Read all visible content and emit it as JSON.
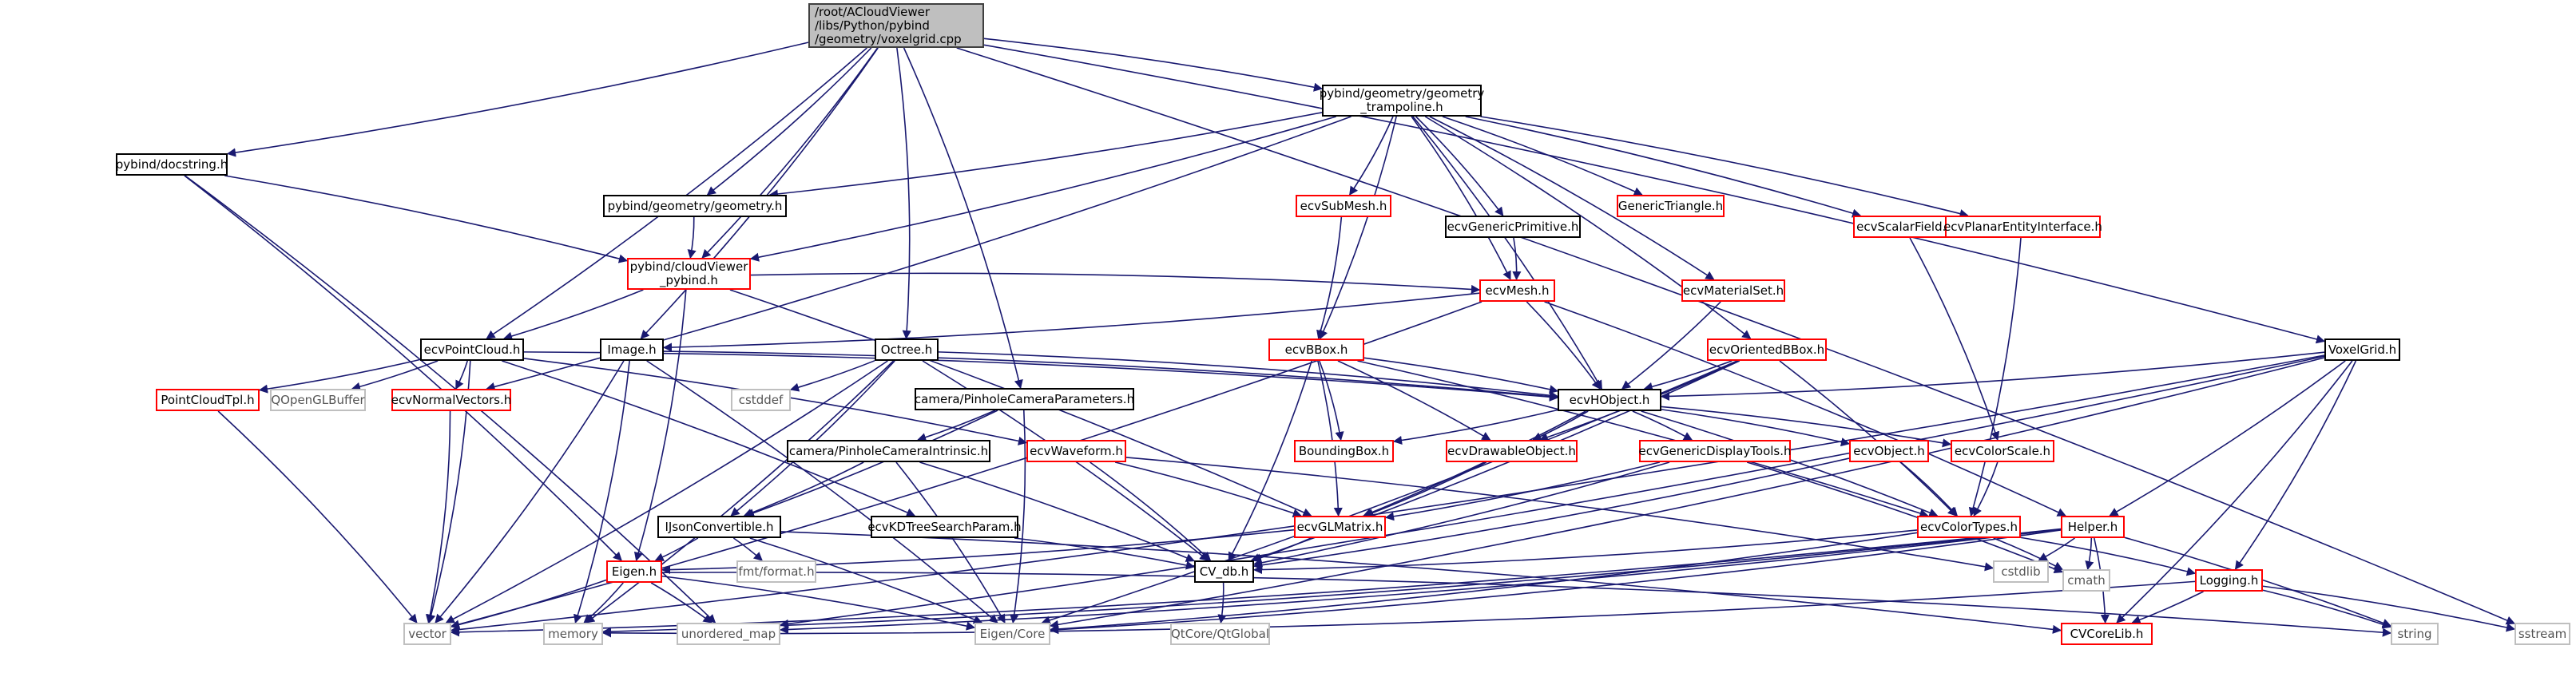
{
  "diagram": {
    "title": "Include dependency graph for voxelgrid.cpp",
    "edge_color": "#191970",
    "legend_colors": {
      "root_fill": "#bfbfbf",
      "documented": "#000000",
      "truncated": "#ff0000",
      "external": "#bfbfbf"
    },
    "nodes": [
      {
        "id": "root",
        "label": "/root/ACloudViewer\n/libs/Python/pybind\n/geometry/voxelgrid.cpp",
        "kind": "root"
      },
      {
        "id": "docstring",
        "label": "pybind/docstring.h",
        "kind": "black"
      },
      {
        "id": "geometry",
        "label": "pybind/geometry/geometry.h",
        "kind": "black"
      },
      {
        "id": "trampoline",
        "label": "pybind/geometry/geometry\n_trampoline.h",
        "kind": "black"
      },
      {
        "id": "cvpybind",
        "label": "pybind/cloudViewer\n_pybind.h",
        "kind": "red"
      },
      {
        "id": "pointcloud",
        "label": "ecvPointCloud.h",
        "kind": "black"
      },
      {
        "id": "image",
        "label": "Image.h",
        "kind": "black"
      },
      {
        "id": "octree",
        "label": "Octree.h",
        "kind": "black"
      },
      {
        "id": "pinholeparams",
        "label": "camera/PinholeCameraParameters.h",
        "kind": "black"
      },
      {
        "id": "pinholeintr",
        "label": "camera/PinholeCameraIntrinsic.h",
        "kind": "black"
      },
      {
        "id": "ijson",
        "label": "IJsonConvertible.h",
        "kind": "black"
      },
      {
        "id": "kdtree",
        "label": "ecvKDTreeSearchParam.h",
        "kind": "black"
      },
      {
        "id": "pctpl",
        "label": "PointCloudTpl.h",
        "kind": "red"
      },
      {
        "id": "qopengl",
        "label": "QOpenGLBuffer",
        "kind": "gray"
      },
      {
        "id": "normals",
        "label": "ecvNormalVectors.h",
        "kind": "red"
      },
      {
        "id": "cstddef",
        "label": "cstddef",
        "kind": "gray"
      },
      {
        "id": "waveform",
        "label": "ecvWaveform.h",
        "kind": "red"
      },
      {
        "id": "submesh",
        "label": "ecvSubMesh.h",
        "kind": "red"
      },
      {
        "id": "bbox",
        "label": "ecvBBox.h",
        "kind": "red"
      },
      {
        "id": "boundingbox",
        "label": "BoundingBox.h",
        "kind": "red"
      },
      {
        "id": "drawable",
        "label": "ecvDrawableObject.h",
        "kind": "red"
      },
      {
        "id": "glmatrix",
        "label": "ecvGLMatrix.h",
        "kind": "red"
      },
      {
        "id": "cvdb",
        "label": "CV_db.h",
        "kind": "black"
      },
      {
        "id": "genericprim",
        "label": "ecvGenericPrimitive.h",
        "kind": "black"
      },
      {
        "id": "mesh",
        "label": "ecvMesh.h",
        "kind": "red"
      },
      {
        "id": "generictri",
        "label": "GenericTriangle.h",
        "kind": "red"
      },
      {
        "id": "materialset",
        "label": "ecvMaterialSet.h",
        "kind": "red"
      },
      {
        "id": "orientedbbox",
        "label": "ecvOrientedBBox.h",
        "kind": "red"
      },
      {
        "id": "hobject",
        "label": "ecvHObject.h",
        "kind": "black"
      },
      {
        "id": "scalarfield",
        "label": "ecvScalarField.h",
        "kind": "red"
      },
      {
        "id": "planar",
        "label": "ecvPlanarEntityInterface.h",
        "kind": "red"
      },
      {
        "id": "colorscale",
        "label": "ecvColorScale.h",
        "kind": "red"
      },
      {
        "id": "gendisplay",
        "label": "ecvGenericDisplayTools.h",
        "kind": "red"
      },
      {
        "id": "object",
        "label": "ecvObject.h",
        "kind": "red"
      },
      {
        "id": "colortypes",
        "label": "ecvColorTypes.h",
        "kind": "red"
      },
      {
        "id": "helper",
        "label": "Helper.h",
        "kind": "red"
      },
      {
        "id": "voxelgrid",
        "label": "VoxelGrid.h",
        "kind": "black"
      },
      {
        "id": "logging",
        "label": "Logging.h",
        "kind": "red"
      },
      {
        "id": "eigen",
        "label": "Eigen.h",
        "kind": "red"
      },
      {
        "id": "fmt",
        "label": "fmt/format.h",
        "kind": "gray"
      },
      {
        "id": "cstdlib",
        "label": "cstdlib",
        "kind": "gray"
      },
      {
        "id": "cmath",
        "label": "cmath",
        "kind": "gray"
      },
      {
        "id": "vector",
        "label": "vector",
        "kind": "gray"
      },
      {
        "id": "memory",
        "label": "memory",
        "kind": "gray"
      },
      {
        "id": "umap",
        "label": "unordered_map",
        "kind": "gray"
      },
      {
        "id": "eigencore",
        "label": "Eigen/Core",
        "kind": "gray"
      },
      {
        "id": "qtglobal",
        "label": "QtCore/QtGlobal",
        "kind": "gray"
      },
      {
        "id": "cvcorelib",
        "label": "CVCoreLib.h",
        "kind": "red"
      },
      {
        "id": "string",
        "label": "string",
        "kind": "gray"
      },
      {
        "id": "sstream",
        "label": "sstream",
        "kind": "gray"
      }
    ],
    "edges": [
      [
        "root",
        "docstring"
      ],
      [
        "root",
        "geometry"
      ],
      [
        "root",
        "trampoline"
      ],
      [
        "root",
        "cvpybind"
      ],
      [
        "root",
        "pointcloud"
      ],
      [
        "root",
        "image"
      ],
      [
        "root",
        "octree"
      ],
      [
        "root",
        "pinholeparams"
      ],
      [
        "root",
        "voxelgrid"
      ],
      [
        "root",
        "sstream"
      ],
      [
        "docstring",
        "cvpybind"
      ],
      [
        "docstring",
        "eigen"
      ],
      [
        "docstring",
        "umap"
      ],
      [
        "geometry",
        "cvpybind"
      ],
      [
        "trampoline",
        "geometry"
      ],
      [
        "trampoline",
        "cvpybind"
      ],
      [
        "trampoline",
        "submesh"
      ],
      [
        "trampoline",
        "bbox"
      ],
      [
        "trampoline",
        "genericprim"
      ],
      [
        "trampoline",
        "mesh"
      ],
      [
        "trampoline",
        "generictri"
      ],
      [
        "trampoline",
        "materialset"
      ],
      [
        "trampoline",
        "orientedbbox"
      ],
      [
        "trampoline",
        "hobject"
      ],
      [
        "trampoline",
        "scalarfield"
      ],
      [
        "trampoline",
        "planar"
      ],
      [
        "trampoline",
        "normals"
      ],
      [
        "cvpybind",
        "pointcloud"
      ],
      [
        "cvpybind",
        "mesh"
      ],
      [
        "cvpybind",
        "eigen"
      ],
      [
        "cvpybind",
        "glmatrix"
      ],
      [
        "pointcloud",
        "pctpl"
      ],
      [
        "pointcloud",
        "qopengl"
      ],
      [
        "pointcloud",
        "normals"
      ],
      [
        "pointcloud",
        "hobject"
      ],
      [
        "pointcloud",
        "kdtree"
      ],
      [
        "pointcloud",
        "waveform"
      ],
      [
        "pointcloud",
        "vector"
      ],
      [
        "image",
        "hobject"
      ],
      [
        "image",
        "vector"
      ],
      [
        "image",
        "memory"
      ],
      [
        "image",
        "eigencore"
      ],
      [
        "octree",
        "hobject"
      ],
      [
        "octree",
        "cstddef"
      ],
      [
        "octree",
        "vector"
      ],
      [
        "octree",
        "memory"
      ],
      [
        "octree",
        "ijson"
      ],
      [
        "octree",
        "cvdb"
      ],
      [
        "pinholeparams",
        "pinholeintr"
      ],
      [
        "pinholeparams",
        "eigencore"
      ],
      [
        "pinholeparams",
        "ijson"
      ],
      [
        "pinholeintr",
        "ijson"
      ],
      [
        "pinholeintr",
        "eigencore"
      ],
      [
        "pinholeintr",
        "cvdb"
      ],
      [
        "ijson",
        "eigen"
      ],
      [
        "ijson",
        "fmt"
      ],
      [
        "ijson",
        "eigencore"
      ],
      [
        "ijson",
        "cvcorelib"
      ],
      [
        "kdtree",
        "cvdb"
      ],
      [
        "pctpl",
        "vector"
      ],
      [
        "normals",
        "vector"
      ],
      [
        "waveform",
        "glmatrix"
      ],
      [
        "waveform",
        "cvdb"
      ],
      [
        "waveform",
        "cstdlib"
      ],
      [
        "submesh",
        "bbox"
      ],
      [
        "bbox",
        "boundingbox"
      ],
      [
        "bbox",
        "drawable"
      ],
      [
        "bbox",
        "glmatrix"
      ],
      [
        "bbox",
        "cvdb"
      ],
      [
        "bbox",
        "hobject"
      ],
      [
        "bbox",
        "colortypes"
      ],
      [
        "drawable",
        "glmatrix"
      ],
      [
        "glmatrix",
        "cvdb"
      ],
      [
        "glmatrix",
        "eigen"
      ],
      [
        "cvdb",
        "qtglobal"
      ],
      [
        "genericprim",
        "mesh"
      ],
      [
        "mesh",
        "image"
      ],
      [
        "mesh",
        "hobject"
      ],
      [
        "mesh",
        "helper"
      ],
      [
        "mesh",
        "vector"
      ],
      [
        "materialset",
        "hobject"
      ],
      [
        "orientedbbox",
        "hobject"
      ],
      [
        "orientedbbox",
        "drawable"
      ],
      [
        "orientedbbox",
        "colortypes"
      ],
      [
        "orientedbbox",
        "cvdb"
      ],
      [
        "orientedbbox",
        "eigencore"
      ],
      [
        "hobject",
        "boundingbox"
      ],
      [
        "hobject",
        "drawable"
      ],
      [
        "hobject",
        "gendisplay"
      ],
      [
        "hobject",
        "object"
      ],
      [
        "hobject",
        "colortypes"
      ],
      [
        "hobject",
        "colorscale"
      ],
      [
        "hobject",
        "glmatrix"
      ],
      [
        "scalarfield",
        "colorscale"
      ],
      [
        "planar",
        "colortypes"
      ],
      [
        "colorscale",
        "colortypes"
      ],
      [
        "gendisplay",
        "glmatrix"
      ],
      [
        "gendisplay",
        "cvdb"
      ],
      [
        "gendisplay",
        "cmath"
      ],
      [
        "object",
        "colortypes"
      ],
      [
        "object",
        "cvdb"
      ],
      [
        "colortypes",
        "cmath"
      ],
      [
        "colortypes",
        "logging"
      ],
      [
        "colortypes",
        "cvdb"
      ],
      [
        "colortypes",
        "eigencore"
      ],
      [
        "helper",
        "cmath"
      ],
      [
        "helper",
        "string"
      ],
      [
        "helper",
        "cvcorelib"
      ],
      [
        "helper",
        "cstdlib"
      ],
      [
        "helper",
        "vector"
      ],
      [
        "helper",
        "memory"
      ],
      [
        "helper",
        "umap"
      ],
      [
        "helper",
        "eigencore"
      ],
      [
        "voxelgrid",
        "hobject"
      ],
      [
        "voxelgrid",
        "helper"
      ],
      [
        "voxelgrid",
        "logging"
      ],
      [
        "voxelgrid",
        "eigencore"
      ],
      [
        "voxelgrid",
        "vector"
      ],
      [
        "voxelgrid",
        "cvcorelib"
      ],
      [
        "voxelgrid",
        "umap"
      ],
      [
        "logging",
        "string"
      ],
      [
        "logging",
        "sstream"
      ],
      [
        "logging",
        "cvcorelib"
      ],
      [
        "logging",
        "memory"
      ],
      [
        "eigen",
        "vector"
      ],
      [
        "eigen",
        "memory"
      ],
      [
        "eigen",
        "umap"
      ],
      [
        "eigen",
        "eigencore"
      ],
      [
        "eigen",
        "string"
      ]
    ]
  }
}
